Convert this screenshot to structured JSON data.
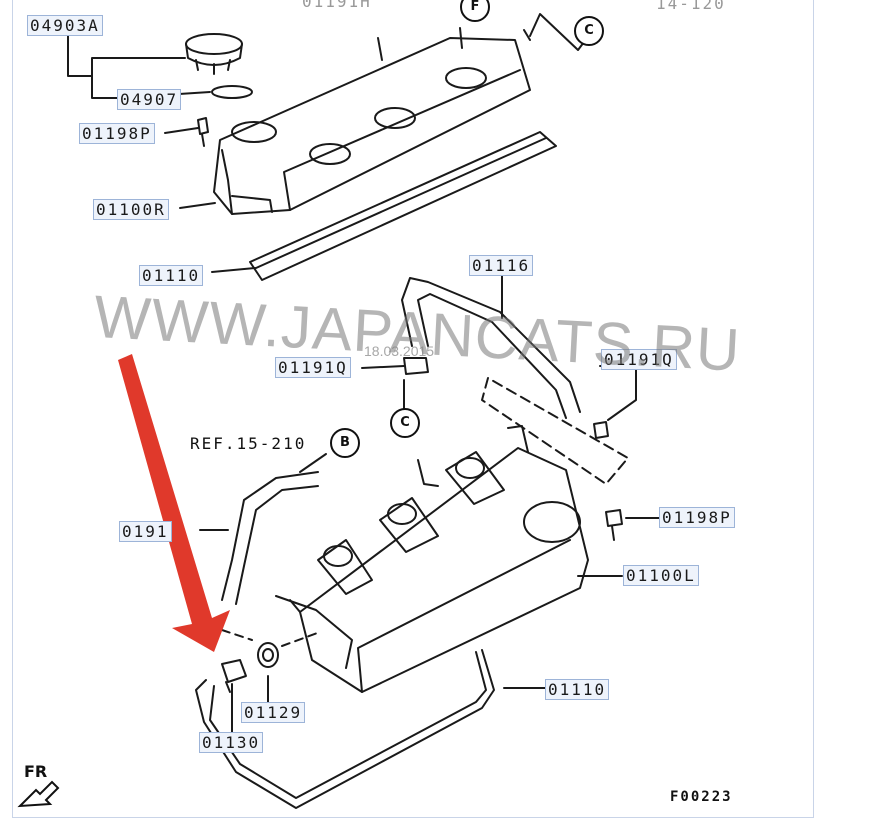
{
  "labels": {
    "top_left": "04903A",
    "top_center_partial": "01191H",
    "top_right_partial": "14-120",
    "gasket_ring": "04907",
    "bolt_upper": "01198P",
    "cover_right": "01100R",
    "gasket_upper": "01110",
    "hose": "01116",
    "clamp_left": "01191Q",
    "clamp_right": "01191Q",
    "bolt_lower": "01198P",
    "cover_left": "01100L",
    "hose_lower_partial": "0191",
    "seal": "01129",
    "valve": "01130",
    "gasket_lower": "01110"
  },
  "callouts": {
    "f": "F",
    "c_top": "C",
    "c_mid": "C",
    "b": "B"
  },
  "ref_text": "REF.15-210",
  "figure_code": "F00223",
  "fr_label": "FR",
  "watermark": "WWW.JAPANCATS.RU",
  "watermark_date": "18.03.2015",
  "colors": {
    "arrow": "#e0392b",
    "line": "#1a1a1a",
    "label_bg": "#eef3fb",
    "label_border": "#9db4d8"
  }
}
